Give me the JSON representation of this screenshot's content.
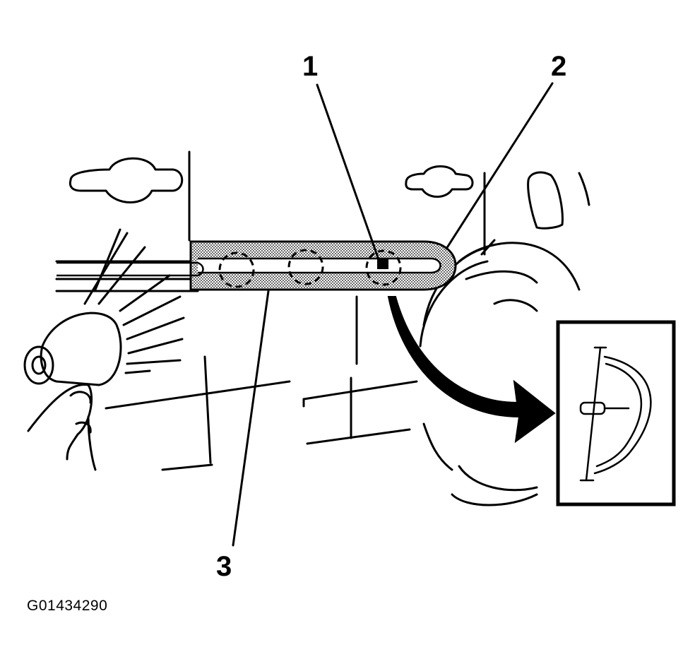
{
  "callouts": {
    "one": "1",
    "two": "2",
    "three": "3"
  },
  "figure_id": "G01434290",
  "colors": {
    "ink": "#000000",
    "paper": "#ffffff",
    "stipple": "#8a8a8a"
  }
}
